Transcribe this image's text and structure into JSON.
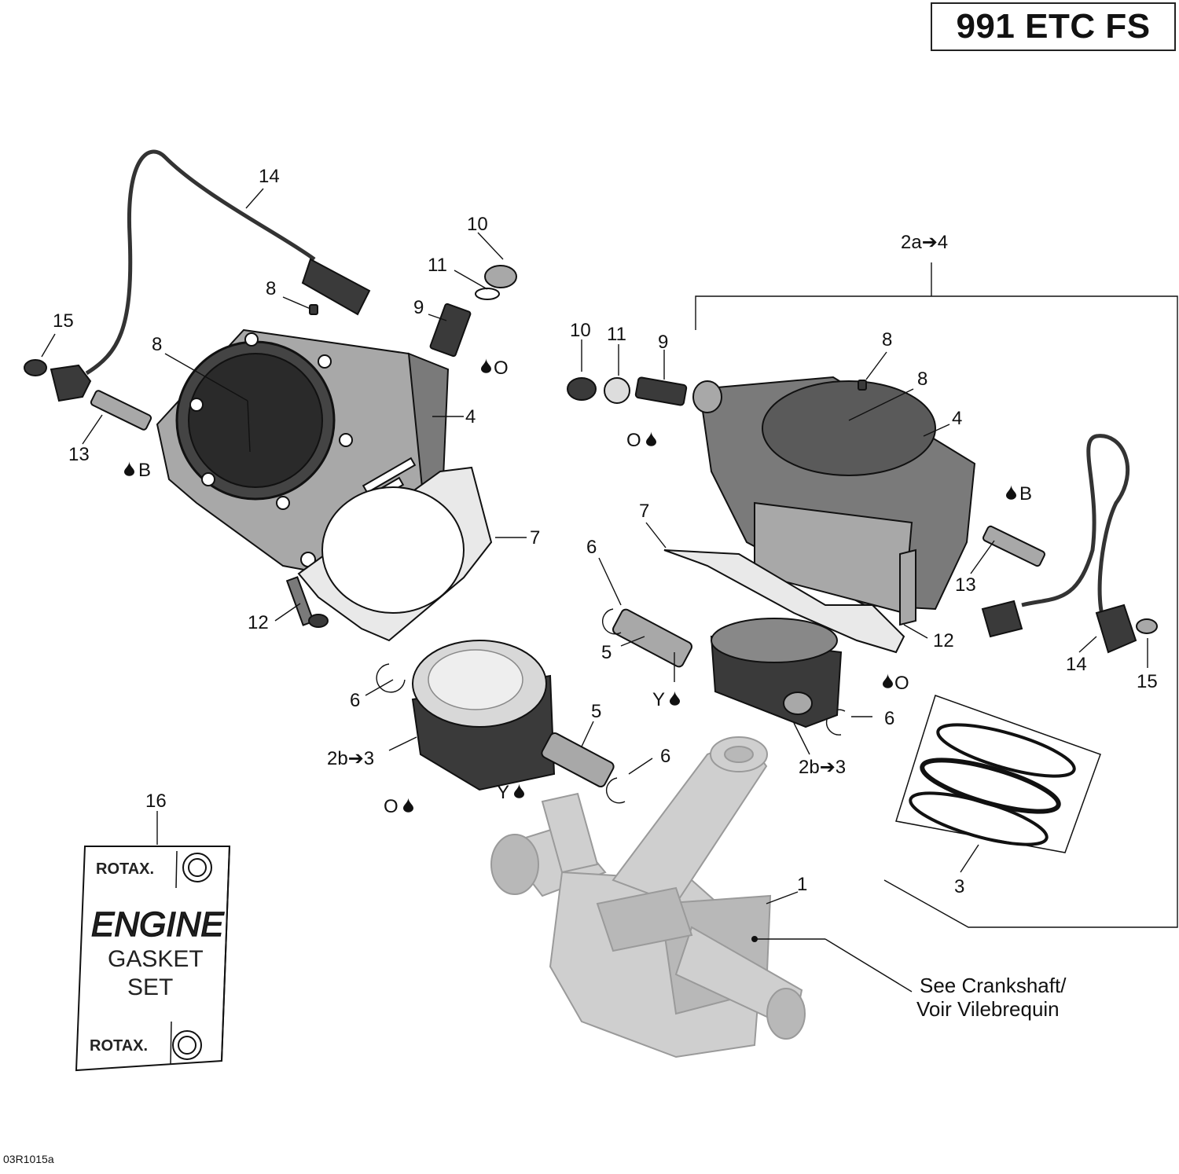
{
  "header": {
    "model": "991 ETC FS"
  },
  "footer": {
    "diagram_code": "03R1015a"
  },
  "gasket_kit": {
    "brand": "ROTAX.",
    "line1": "ENGINE",
    "line2": "GASKET",
    "line3": "SET"
  },
  "notes": {
    "crankshaft_line1": "See Crankshaft/",
    "crankshaft_line2": "Voir Vilebrequin"
  },
  "callouts": [
    {
      "id": "c-14-left",
      "label": "14"
    },
    {
      "id": "c-10-top",
      "label": "10"
    },
    {
      "id": "c-11-top",
      "label": "11"
    },
    {
      "id": "c-8-top",
      "label": "8"
    },
    {
      "id": "c-9-left",
      "label": "9"
    },
    {
      "id": "c-15-left",
      "label": "15"
    },
    {
      "id": "c-8-left",
      "label": "8"
    },
    {
      "id": "c-4-left",
      "label": "4"
    },
    {
      "id": "c-13-left",
      "label": "13"
    },
    {
      "id": "c-7-left",
      "label": "7"
    },
    {
      "id": "c-12-left",
      "label": "12"
    },
    {
      "id": "c-6-left-a",
      "label": "6"
    },
    {
      "id": "c-2b3-left",
      "label": "2b➔3"
    },
    {
      "id": "c-5-left",
      "label": "5"
    },
    {
      "id": "c-6-left-b",
      "label": "6"
    },
    {
      "id": "c-16",
      "label": "16"
    },
    {
      "id": "c-2a4",
      "label": "2a➔4"
    },
    {
      "id": "c-10-right",
      "label": "10"
    },
    {
      "id": "c-11-right",
      "label": "11"
    },
    {
      "id": "c-9-right",
      "label": "9"
    },
    {
      "id": "c-8-right-a",
      "label": "8"
    },
    {
      "id": "c-8-right-b",
      "label": "8"
    },
    {
      "id": "c-4-right",
      "label": "4"
    },
    {
      "id": "c-7-right",
      "label": "7"
    },
    {
      "id": "c-6-right-a",
      "label": "6"
    },
    {
      "id": "c-5-right",
      "label": "5"
    },
    {
      "id": "c-13-right",
      "label": "13"
    },
    {
      "id": "c-12-right",
      "label": "12"
    },
    {
      "id": "c-14-right",
      "label": "14"
    },
    {
      "id": "c-15-right",
      "label": "15"
    },
    {
      "id": "c-6-right-b",
      "label": "6"
    },
    {
      "id": "c-2b3-right",
      "label": "2b➔3"
    },
    {
      "id": "c-3",
      "label": "3"
    },
    {
      "id": "c-1",
      "label": "1"
    }
  ],
  "lubricants": [
    {
      "id": "l-o-1",
      "label": "O"
    },
    {
      "id": "l-b-1",
      "label": "B"
    },
    {
      "id": "l-o-2",
      "label": "O"
    },
    {
      "id": "l-o-3",
      "label": "O"
    },
    {
      "id": "l-y-1",
      "label": "Y"
    },
    {
      "id": "l-y-2",
      "label": "Y"
    },
    {
      "id": "l-b-2",
      "label": "B"
    },
    {
      "id": "l-o-4",
      "label": "O"
    }
  ]
}
